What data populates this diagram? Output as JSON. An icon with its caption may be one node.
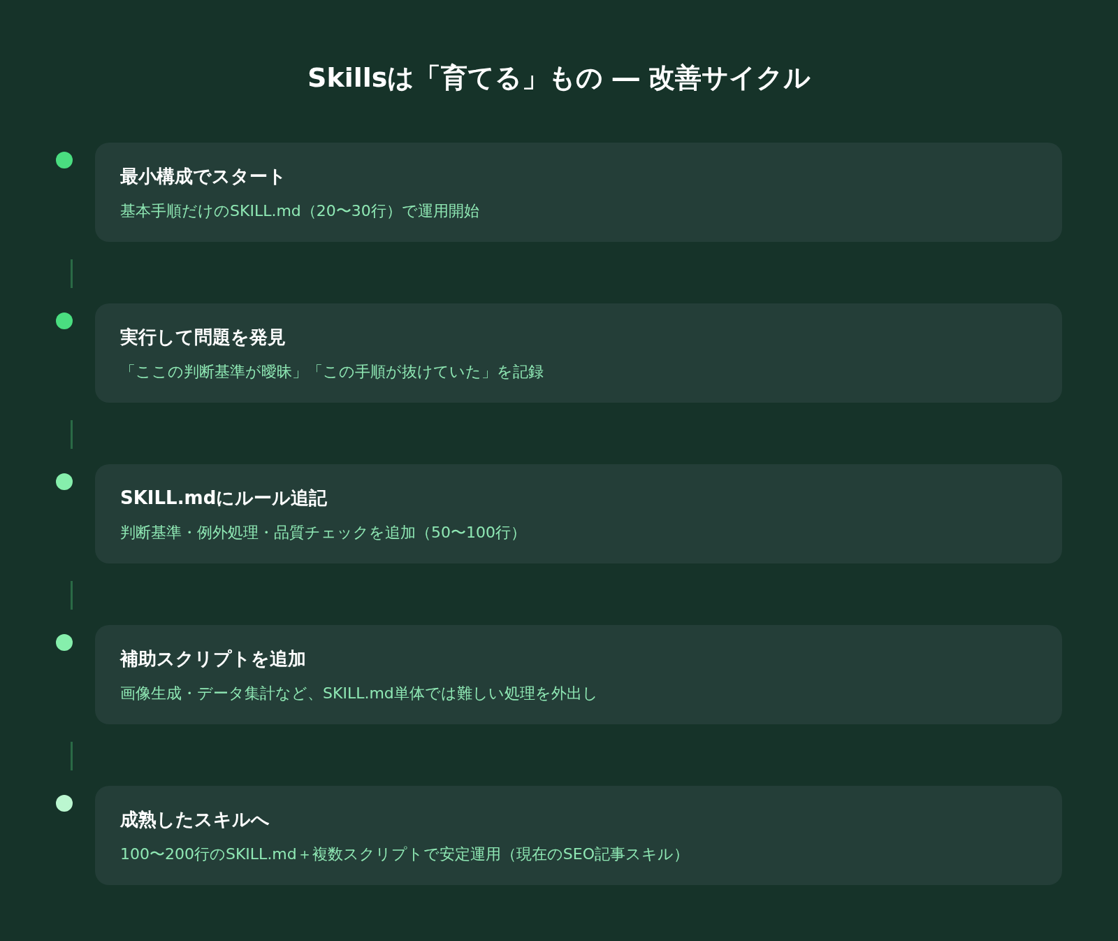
{
  "diagram": {
    "title": "Skillsは「育てる」もの ― 改善サイクル",
    "nodes": [
      {
        "text": [
          "最小構成でスタート",
          "基本手順だけのSKILL.md（20〜30行）で運用開始"
        ]
      },
      {
        "text": [
          "実行して問題を発見",
          "「ここの判断基準が曖昧」「この手順が抜けていた」を記録"
        ]
      },
      {
        "text": [
          "SKILL.mdにルール追記",
          "判断基準・例外処理・品質チェックを追加（50〜100行）"
        ]
      },
      {
        "text": [
          "補助スクリプトを追加",
          "画像生成・データ集計など、SKILL.md単体では難しい処理を外出し"
        ]
      },
      {
        "text": [
          "成熟したスキルへ",
          "100〜200行のSKILL.md＋複数スクリプトで安定運用（現在のSEO記事スキル）"
        ]
      }
    ],
    "edges": []
  }
}
